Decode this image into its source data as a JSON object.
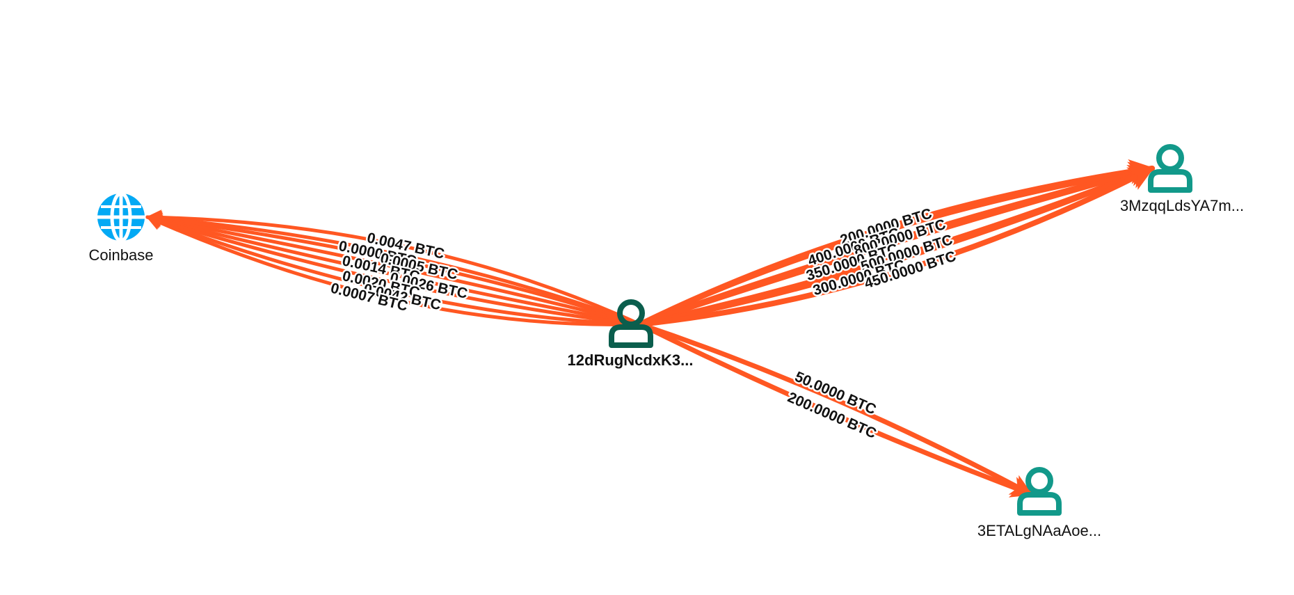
{
  "graph": {
    "colors": {
      "edge": "#ff5722",
      "center_node": "#0b5e4d",
      "address_node": "#12998a",
      "exchange_node": "#03a9f4"
    },
    "nodes": {
      "center": {
        "label": "12dRugNcdxK3...",
        "icon": "person-icon"
      },
      "coinbase": {
        "label": "Coinbase",
        "icon": "globe-icon"
      },
      "mzqq": {
        "label": "3MzqqLdsYA7m...",
        "icon": "person-icon"
      },
      "etal": {
        "label": "3ETALgNAaAoe...",
        "icon": "person-icon"
      }
    },
    "edges": {
      "to_coinbase": [
        "0.0047 BTC",
        "0.0000 BTC",
        "0.0005 BTC",
        "0.0014 BTC",
        "0.0026 BTC",
        "0.0020 BTC",
        "0.0042 BTC",
        "0.0007 BTC"
      ],
      "to_mzqq": [
        "200.0000 BTC",
        "400.0000 BTC",
        "800.0000 BTC",
        "350.0000 BTC",
        "500.0000 BTC",
        "300.0000 BTC",
        "450.0000 BTC"
      ],
      "to_etal": [
        "50.0000 BTC",
        "200.0000 BTC"
      ]
    }
  }
}
